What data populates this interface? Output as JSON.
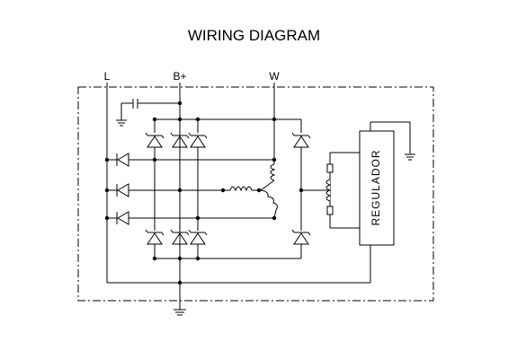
{
  "title": "WIRING DIAGRAM",
  "terminals": {
    "l": "L",
    "b_plus": "B+",
    "w": "W"
  },
  "regulator_label": "REGULADOR",
  "colors": {
    "line": "#000000",
    "background": "#ffffff"
  }
}
